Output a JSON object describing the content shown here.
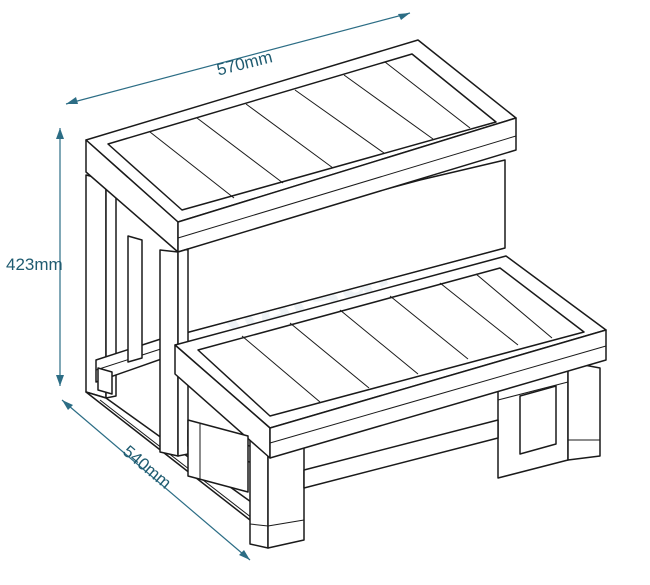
{
  "dimensions": {
    "width_label": "570mm",
    "height_label": "423mm",
    "depth_label": "540mm"
  },
  "watermark": {
    "text": "leisure",
    "logo_icon": "e-circle-logo-icon"
  },
  "colors": {
    "dimension": "#2c6d85",
    "outline": "#1a1a1a",
    "watermark": "#dfe8ee"
  }
}
